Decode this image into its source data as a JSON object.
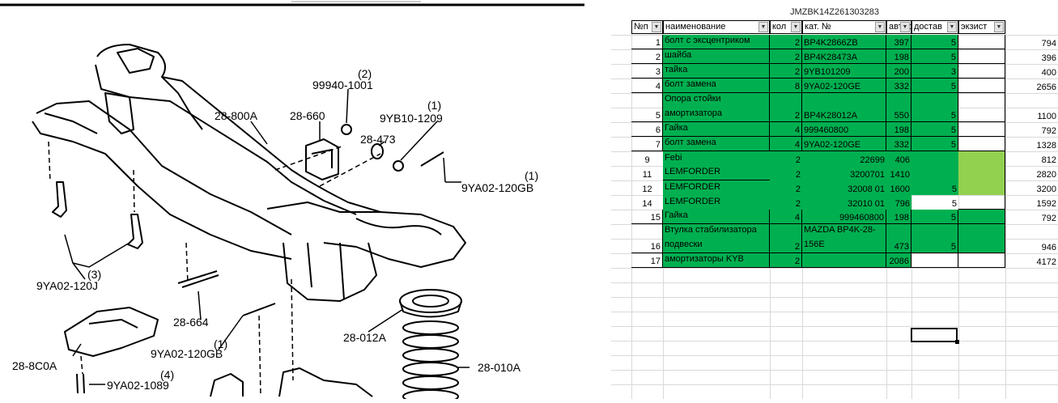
{
  "diagram": {
    "labels": {
      "n1": "99940-1001",
      "n1q": "(2)",
      "n2": "28-800A",
      "n3": "28-660",
      "n4": "9YB10-1209",
      "n4q": "(1)",
      "n5": "28-473",
      "n6": "9YA02-120GB",
      "n6q": "(1)",
      "n7": "9YA02-120J",
      "n7q": "(3)",
      "n8": "28-664",
      "n9": "9YA02-120GB",
      "n9q": "(1)",
      "n10": "28-012A",
      "n11": "28-8C0A",
      "n12": "28-010A",
      "n13": "9YA02-1089",
      "n13q": "(4)"
    }
  },
  "sheet": {
    "title": "JMZBK14Z261303283",
    "headers": [
      "№п",
      "наименование",
      "кол",
      "кат. №",
      "автод",
      "достав",
      "экзист"
    ],
    "rows": [
      {
        "n": "1",
        "name": "болт с эксцентриком",
        "qty": "2",
        "cat": "BP4K2866ZB",
        "price": "397",
        "del": "5",
        "total": "794"
      },
      {
        "n": "2",
        "name": "шайба",
        "qty": "2",
        "cat": "BP4K28473A",
        "price": "198",
        "del": "5",
        "total": "396"
      },
      {
        "n": "3",
        "name": "тайка",
        "qty": "2",
        "cat": "9YB101209",
        "price": "200",
        "del": "3",
        "total": "400"
      },
      {
        "n": "4",
        "name": "болт замена",
        "qty": "8",
        "cat": "9YA02-120GE",
        "price": "332",
        "del": "5",
        "total": "2656"
      },
      {
        "n": "5",
        "name": "Опора стойки амортизатора",
        "qty": "2",
        "cat": "BP4K28012A",
        "price": "550",
        "del": "5",
        "total": "1100"
      },
      {
        "n": "6",
        "name": "Гайка",
        "qty": "4",
        "cat": "999460800",
        "price": "198",
        "del": "5",
        "total": "792"
      },
      {
        "n": "7",
        "name": "болт замена",
        "qty": "4",
        "cat": "9YA02-120GE",
        "price": "332",
        "del": "5",
        "total": "1328"
      },
      {
        "n": "9",
        "name": "Febi",
        "qty": "2",
        "cat": "22699",
        "price": "406",
        "del": "",
        "total": "812"
      },
      {
        "n": "11",
        "name": "LEMFORDER",
        "qty": "2",
        "cat": "3200701",
        "price": "1410",
        "del": "",
        "total": "2820"
      },
      {
        "n": "12",
        "name": "LEMFORDER",
        "qty": "2",
        "cat": "32008 01",
        "price": "1600",
        "del": "5",
        "total": "3200"
      },
      {
        "n": "14",
        "name": "LEMFORDER",
        "qty": "2",
        "cat": "32010 01",
        "price": "796",
        "del": "5",
        "total": "1592"
      },
      {
        "n": "15",
        "name": "Гайка",
        "qty": "4",
        "cat": "999460800",
        "price": "198",
        "del": "5",
        "total": "792"
      },
      {
        "n": "16",
        "name": "Втулка стабилизатора подвески",
        "qty": "2",
        "cat": "MAZDA BP4K-28-156E",
        "price": "473",
        "del": "5",
        "total": "946"
      },
      {
        "n": "17",
        "name": "амортизаторы KYB",
        "qty": "2",
        "cat": "",
        "price": "2086",
        "del": "",
        "total": "4172"
      }
    ],
    "colors": {
      "green": "#00b050",
      "light_green": "#92d050",
      "grid": "#d9d9d9"
    }
  }
}
